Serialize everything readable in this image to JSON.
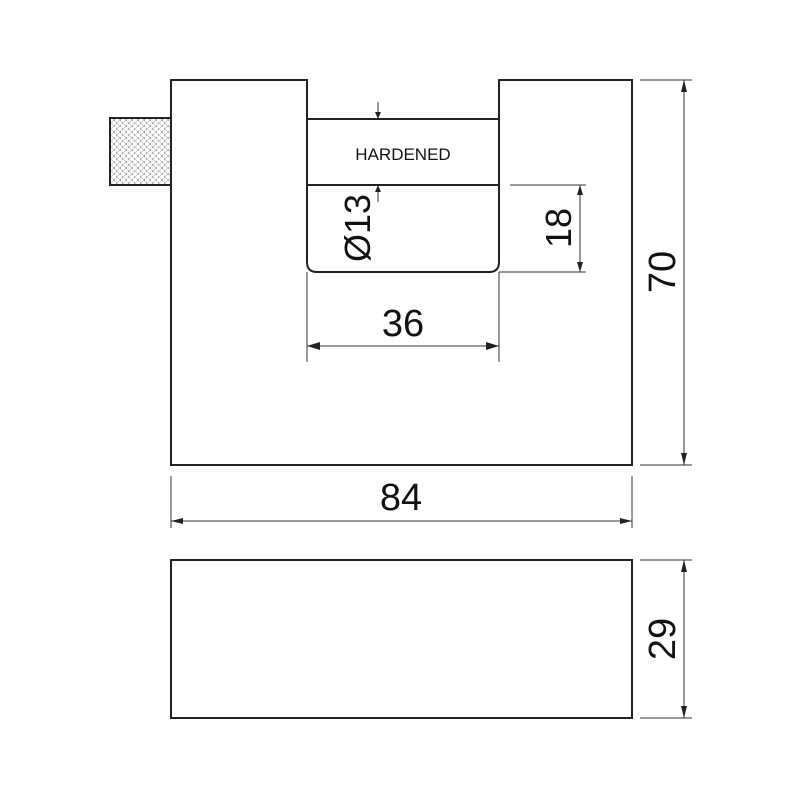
{
  "labels": {
    "hardened": "HARDENED",
    "shackle_diameter": "Ø13",
    "shackle_clearance": "18",
    "inner_width": "36",
    "height": "70",
    "width": "84",
    "depth": "29"
  },
  "colors": {
    "line": "#222222",
    "background": "#ffffff"
  }
}
